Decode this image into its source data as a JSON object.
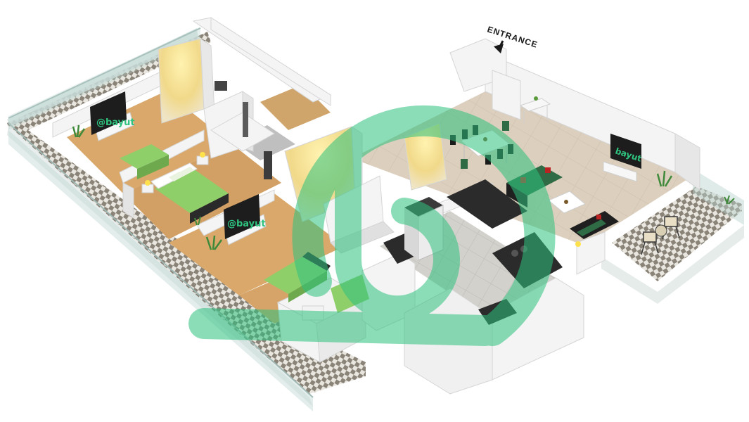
{
  "entrance": {
    "label": "ENTRANCE"
  },
  "tv_screens": [
    {
      "id": "tv-bedroom-1",
      "text": "@bayut"
    },
    {
      "id": "tv-bedroom-3",
      "text": "@bayut"
    },
    {
      "id": "tv-living",
      "text": "bayut"
    }
  ],
  "colors": {
    "watermark_green": "#2ec27e",
    "wall": "#f4f4f4",
    "wood_floor": "#d9a86a",
    "tile_floor": "#d8cdbd",
    "kitchen_floor": "#c9c9c9",
    "balcony_check_a": "#8a8378",
    "balcony_check_b": "#e9e6e0",
    "bed_green": "#8fcf6a",
    "sofa_green": "#2f6b45",
    "counter_dark": "#2b2b2b",
    "glass": "#b9d3cf"
  }
}
